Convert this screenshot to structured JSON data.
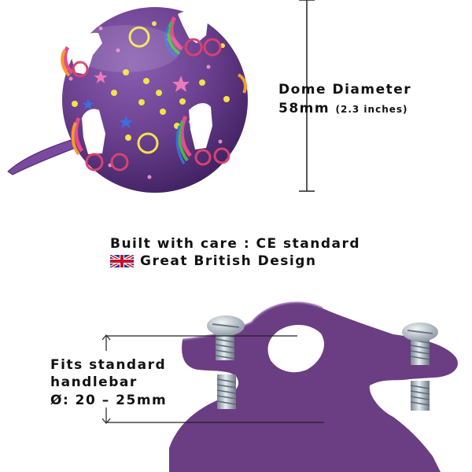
{
  "dome": {
    "title": "Dome Diameter",
    "value_main": "58mm",
    "value_sub": "(2.3 inches)"
  },
  "quality": {
    "line1": "Built with care : CE standard",
    "line2": "Great British Design",
    "flag_icon": "union-jack-flag-icon"
  },
  "fit": {
    "line1": "Fits standard",
    "line2": "handlebar",
    "line3": "Ø: 20 – 25mm"
  },
  "colors": {
    "bell_purple": "#6a3f8e",
    "clamp_purple": "#6b3d83",
    "dimension_line": "#222222"
  }
}
